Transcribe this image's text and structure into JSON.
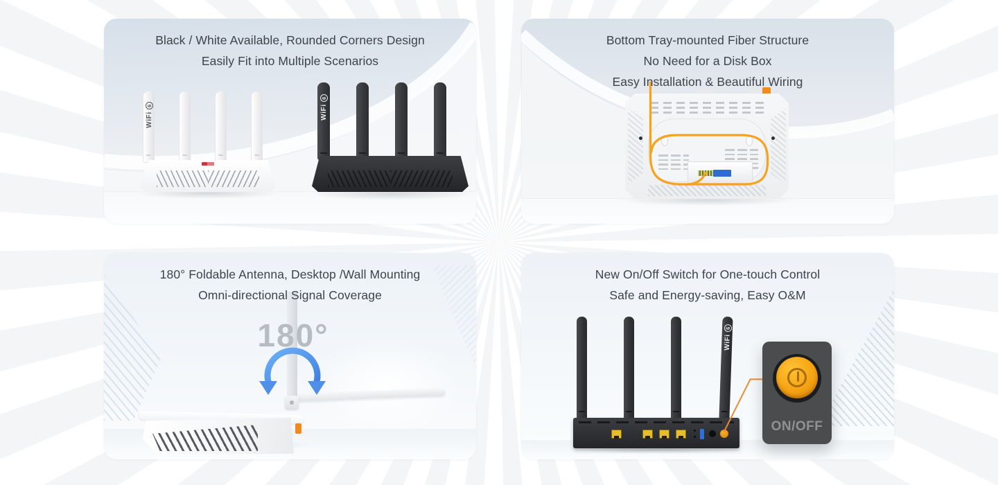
{
  "wifi_logo": {
    "text": "WiFi",
    "badge": "6"
  },
  "colors": {
    "accent_orange": "#F59A1D",
    "arrow_blue": "#5B9CF0",
    "title_text": "#3D434B",
    "port_yellow": "#E7BD2B",
    "usb_blue": "#2E6FD8",
    "power_button_orange": "#F5A312"
  },
  "cards": [
    {
      "id": "color-design",
      "title_lines": [
        "Black / White Available, Rounded Corners Design",
        "Easily Fit into Multiple Scenarios"
      ]
    },
    {
      "id": "fiber-structure",
      "title_lines": [
        "Bottom Tray-mounted Fiber Structure",
        "No Need for a Disk Box",
        "Easy Installation & Beautiful Wiring"
      ]
    },
    {
      "id": "foldable-antenna",
      "title_lines": [
        "180° Foldable Antenna, Desktop /Wall Mounting",
        "Omni-directional Signal Coverage"
      ],
      "angle_label": "180°"
    },
    {
      "id": "on-off-switch",
      "title_lines": [
        "New On/Off Switch for One-touch Control",
        "Safe and Energy-saving, Easy O&M"
      ],
      "switch_label": "ON/OFF"
    }
  ]
}
